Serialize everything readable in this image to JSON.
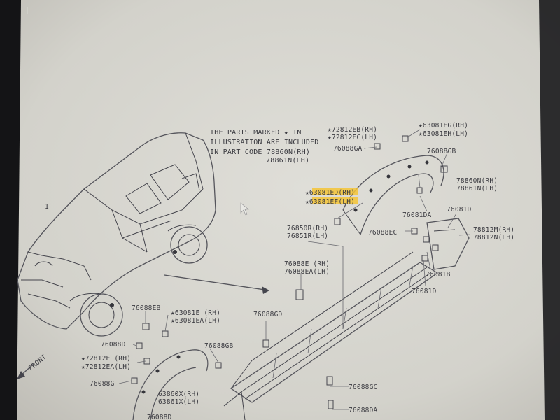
{
  "note": {
    "lines": [
      "THE PARTS MARKED ★ IN",
      "ILLUSTRATION ARE INCLUDED",
      "IN PART CODE  78860N(RH)",
      "78861N(LH)"
    ]
  },
  "front_label": "FRONT",
  "page_number": "1",
  "parts": [
    {
      "id": "p1",
      "text": "★72812EB(RH)",
      "hl": false
    },
    {
      "id": "p2",
      "text": "★72812EC(LH)",
      "hl": false
    },
    {
      "id": "p3",
      "text": "★63081EG(RH)",
      "hl": false
    },
    {
      "id": "p4",
      "text": "★63081EH(LH)",
      "hl": false
    },
    {
      "id": "p5",
      "text": "76088GA",
      "hl": false
    },
    {
      "id": "p6",
      "text": "76088GB",
      "hl": false
    },
    {
      "id": "p7",
      "text": "78860N(RH)",
      "hl": false
    },
    {
      "id": "p8",
      "text": "78861N(LH)",
      "hl": false
    },
    {
      "id": "p9",
      "text": "★63081ED(RH)",
      "hl": true
    },
    {
      "id": "p10",
      "text": "★63081EF(LH)",
      "hl": true
    },
    {
      "id": "p11",
      "text": "76081DA",
      "hl": false
    },
    {
      "id": "p12",
      "text": "76081D",
      "hl": false
    },
    {
      "id": "p13",
      "text": "76850R(RH)",
      "hl": false
    },
    {
      "id": "p14",
      "text": "76851R(LH)",
      "hl": false
    },
    {
      "id": "p15",
      "text": "76088EC",
      "hl": false
    },
    {
      "id": "p16",
      "text": "78812M(RH)",
      "hl": false
    },
    {
      "id": "p17",
      "text": "78812N(LH)",
      "hl": false
    },
    {
      "id": "p18",
      "text": "76088E (RH)",
      "hl": false
    },
    {
      "id": "p19",
      "text": "76088EA(LH)",
      "hl": false
    },
    {
      "id": "p20",
      "text": "76081B",
      "hl": false
    },
    {
      "id": "p21",
      "text": "76081D",
      "hl": false
    },
    {
      "id": "p22",
      "text": "76088EB",
      "hl": false
    },
    {
      "id": "p23",
      "text": "★63081E (RH)",
      "hl": false
    },
    {
      "id": "p24",
      "text": "★63081EA(LH)",
      "hl": false
    },
    {
      "id": "p25",
      "text": "76088GD",
      "hl": false
    },
    {
      "id": "p26",
      "text": "76088D",
      "hl": false
    },
    {
      "id": "p27",
      "text": "76088GB",
      "hl": false
    },
    {
      "id": "p28",
      "text": "★72812E (RH)",
      "hl": false
    },
    {
      "id": "p29",
      "text": "★72812EA(LH)",
      "hl": false
    },
    {
      "id": "p30",
      "text": "76088G",
      "hl": false
    },
    {
      "id": "p31",
      "text": "63860X(RH)",
      "hl": false
    },
    {
      "id": "p32",
      "text": "63861X(LH)",
      "hl": false
    },
    {
      "id": "p33",
      "text": "76088GC",
      "hl": false
    },
    {
      "id": "p34",
      "text": "76088DA",
      "hl": false
    },
    {
      "id": "p35",
      "text": "76088D",
      "hl": false
    }
  ],
  "colors": {
    "paper": "#d7d6d0",
    "highlight": "#f5c436",
    "ink": "#3a3a40",
    "monitor_frame": "#0f0f10"
  }
}
